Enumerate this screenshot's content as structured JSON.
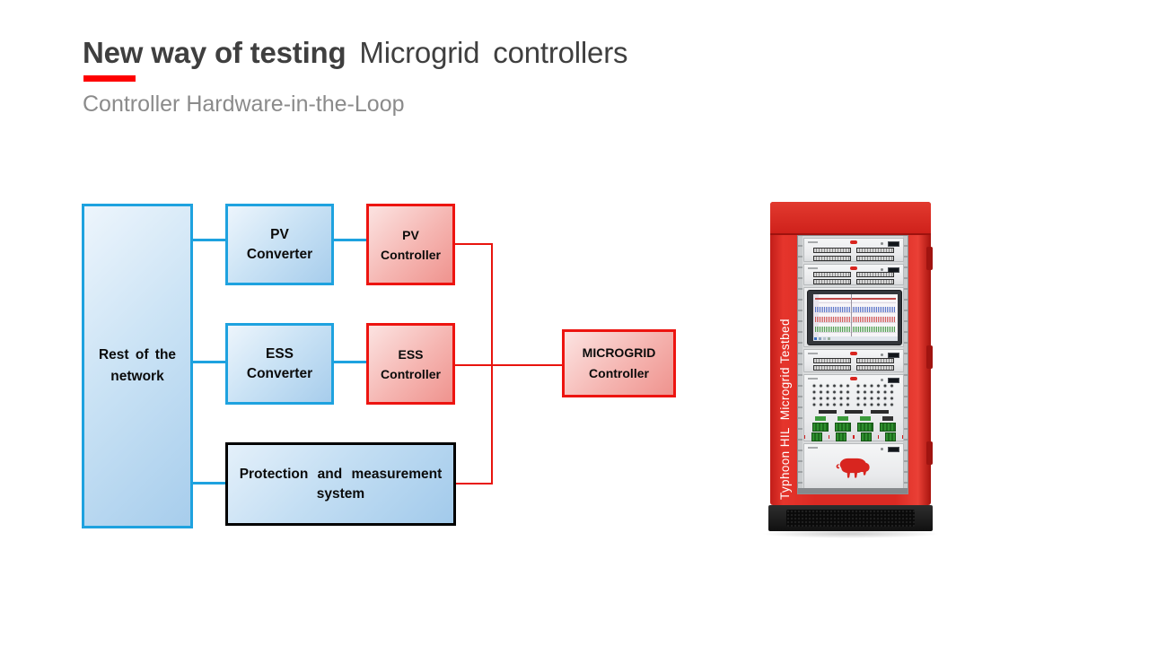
{
  "header": {
    "title_bold": "New way of testing",
    "title_regular": " Microgrid controllers",
    "subtitle": "Controller Hardware-in-the-Loop",
    "accent_color": "#FE0000"
  },
  "diagram": {
    "boxes": {
      "rest_of_network": "Rest of the\nnetwork",
      "pv_converter": "PV\nConverter",
      "ess_converter": "ESS\nConverter",
      "protection_system": "Protection and measurement\nsystem",
      "pv_controller": "PV\nController",
      "ess_controller": "ESS\nController",
      "microgrid_controller": "MICROGRID\nController"
    },
    "colors": {
      "converter_fill_border": "#1EA2DF",
      "controller_fill_border": "#ED1410",
      "protection_border": "#000000",
      "blue_link": "#1EA2DF",
      "red_link": "#E8140E"
    }
  },
  "testbed": {
    "side_label": "Typhoon HIL  Microgrid Testbed",
    "brand_red": "#D7241F"
  }
}
